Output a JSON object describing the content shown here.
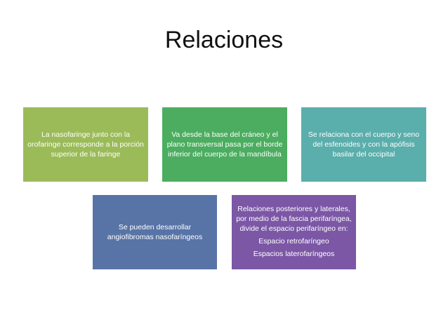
{
  "title": "Relaciones",
  "colors": {
    "box1": "#9bbb59",
    "box2": "#4cad60",
    "box3": "#5aaeab",
    "box4": "#5874a6",
    "box5": "#7b57a6"
  },
  "boxes": [
    {
      "text": "La nasofaringe junto con la orofaringe corresponde a la porción superior de la faringe"
    },
    {
      "text": "Va desde la base del cráneo y el plano transversal pasa por el borde inferior del cuerpo de la mandíbula"
    },
    {
      "text": "Se relaciona con el cuerpo y seno del esfenoides y con la apófisis basilar del occipital"
    },
    {
      "text": "Se pueden desarrollar angiofibromas nasofaríngeos"
    },
    {
      "text": "Relaciones posteriores y laterales, por medio de la fascia perifaríngea, divide el espacio perifaríngeo en:",
      "items": [
        "Espacio retrofaríngeo",
        "Espacios laterofaríngeos"
      ]
    }
  ]
}
